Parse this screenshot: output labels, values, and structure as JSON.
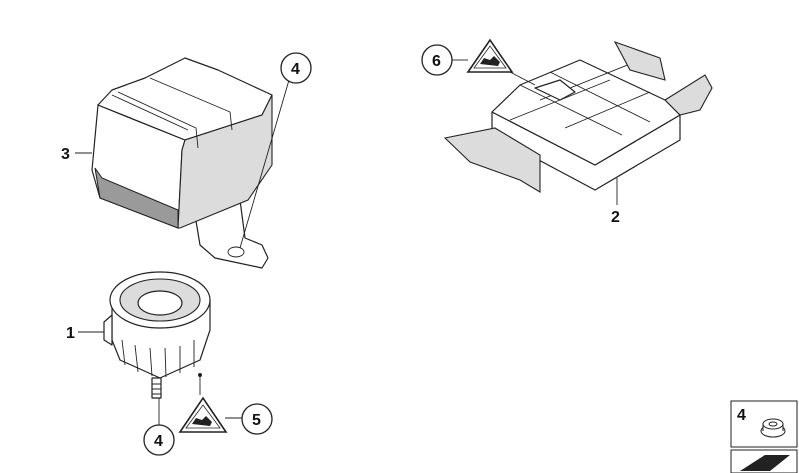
{
  "callouts": {
    "c1": "1",
    "c2": "2",
    "c3": "3",
    "c4_top": "4",
    "c4_bottom": "4",
    "c5": "5",
    "c6": "6",
    "legend_4": "4"
  },
  "icons": {
    "warning_triangle": "warning-triangle-icon"
  },
  "colors": {
    "line": "#222222",
    "shade": "#dcdcdc",
    "background": "#ffffff"
  }
}
